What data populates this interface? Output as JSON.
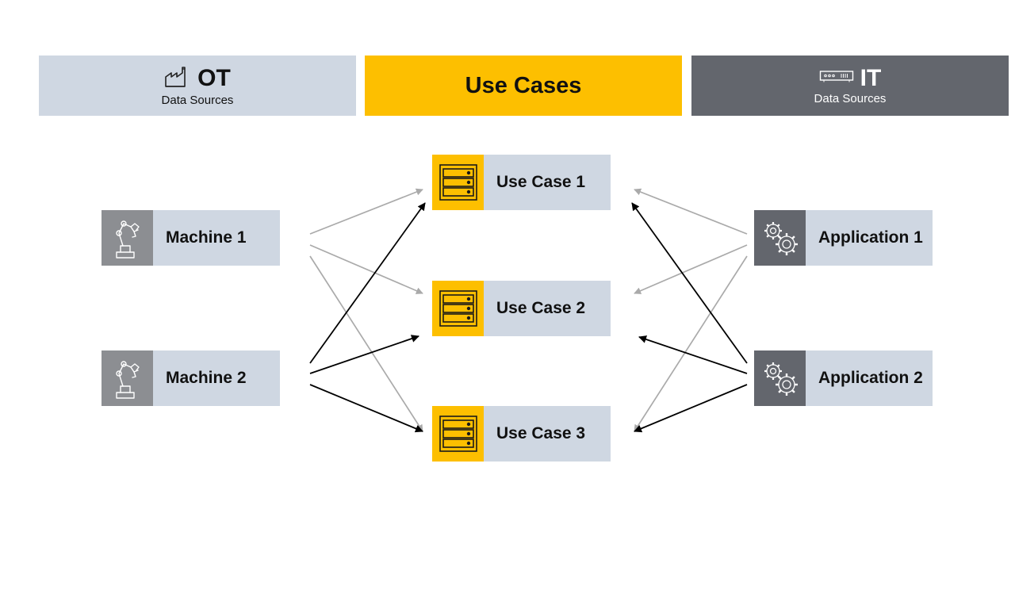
{
  "header": {
    "ot": {
      "title": "OT",
      "subtitle": "Data Sources",
      "icon": "factory-icon"
    },
    "use_cases": {
      "title": "Use Cases"
    },
    "it": {
      "title": "IT",
      "subtitle": "Data Sources",
      "icon": "server-rack-icon"
    }
  },
  "machines": [
    {
      "label": "Machine 1",
      "icon": "robot-arm-icon"
    },
    {
      "label": "Machine 2",
      "icon": "robot-arm-icon"
    }
  ],
  "use_cases": [
    {
      "label": "Use Case 1",
      "icon": "server-icon"
    },
    {
      "label": "Use Case 2",
      "icon": "server-icon"
    },
    {
      "label": "Use Case 3",
      "icon": "server-icon"
    }
  ],
  "applications": [
    {
      "label": "Application 1",
      "icon": "gears-icon"
    },
    {
      "label": "Application 2",
      "icon": "gears-icon"
    }
  ],
  "colors": {
    "ot_header": "#cfd7e2",
    "use_case_accent": "#fdbf00",
    "it_header": "#63666d",
    "node_body": "#cfd7e2",
    "arrow_machine_1": "#aaaaaa",
    "arrow_machine_2": "#000000",
    "arrow_application_1": "#aaaaaa",
    "arrow_application_2": "#000000"
  },
  "connections": [
    {
      "from": "Machine 1",
      "to": "Use Case 1",
      "color": "#aaaaaa"
    },
    {
      "from": "Machine 1",
      "to": "Use Case 2",
      "color": "#aaaaaa"
    },
    {
      "from": "Machine 1",
      "to": "Use Case 3",
      "color": "#aaaaaa"
    },
    {
      "from": "Machine 2",
      "to": "Use Case 1",
      "color": "#000000"
    },
    {
      "from": "Machine 2",
      "to": "Use Case 2",
      "color": "#000000"
    },
    {
      "from": "Machine 2",
      "to": "Use Case 3",
      "color": "#000000"
    },
    {
      "from": "Application 1",
      "to": "Use Case 1",
      "color": "#aaaaaa"
    },
    {
      "from": "Application 1",
      "to": "Use Case 2",
      "color": "#aaaaaa"
    },
    {
      "from": "Application 1",
      "to": "Use Case 3",
      "color": "#aaaaaa"
    },
    {
      "from": "Application 2",
      "to": "Use Case 1",
      "color": "#000000"
    },
    {
      "from": "Application 2",
      "to": "Use Case 2",
      "color": "#000000"
    },
    {
      "from": "Application 2",
      "to": "Use Case 3",
      "color": "#000000"
    }
  ]
}
